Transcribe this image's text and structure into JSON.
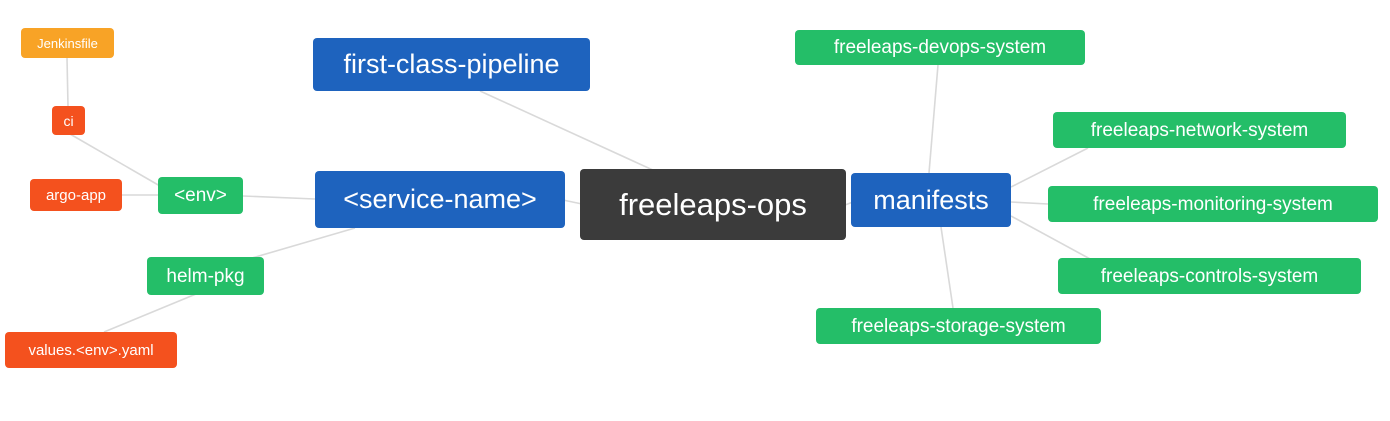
{
  "diagram": {
    "type": "mindmap",
    "root": "freeleaps-ops",
    "colors": {
      "root_bg": "#3b3b3b",
      "branch_blue_bg": "#1e63be",
      "leaf_green_bg": "#24be68",
      "leaf_red_bg": "#f4511e",
      "leaf_amber_bg": "#f8a326",
      "edge": "#d9d9d9",
      "node_text": "#ffffff",
      "background": "#ffffff"
    },
    "nodes": {
      "jenkinsfile": {
        "label": "Jenkinsfile"
      },
      "ci": {
        "label": "ci"
      },
      "argo_app": {
        "label": "argo-app"
      },
      "env": {
        "label": "<env>"
      },
      "helm_pkg": {
        "label": "helm-pkg"
      },
      "values_env_yaml": {
        "label": "values.<env>.yaml"
      },
      "service_name": {
        "label": "<service-name>"
      },
      "first_class_pipeline": {
        "label": "first-class-pipeline"
      },
      "freeleaps_ops": {
        "label": "freeleaps-ops"
      },
      "manifests": {
        "label": "manifests"
      },
      "devops_system": {
        "label": "freeleaps-devops-system"
      },
      "network_system": {
        "label": "freeleaps-network-system"
      },
      "monitoring_system": {
        "label": "freeleaps-monitoring-system"
      },
      "controls_system": {
        "label": "freeleaps-controls-system"
      },
      "storage_system": {
        "label": "freeleaps-storage-system"
      }
    },
    "edges": [
      {
        "from": "jenkinsfile",
        "to": "ci"
      },
      {
        "from": "ci",
        "to": "env"
      },
      {
        "from": "argo_app",
        "to": "env"
      },
      {
        "from": "env",
        "to": "service_name"
      },
      {
        "from": "values_env_yaml",
        "to": "helm_pkg"
      },
      {
        "from": "helm_pkg",
        "to": "service_name"
      },
      {
        "from": "service_name",
        "to": "freeleaps_ops"
      },
      {
        "from": "first_class_pipeline",
        "to": "freeleaps_ops"
      },
      {
        "from": "freeleaps_ops",
        "to": "manifests"
      },
      {
        "from": "manifests",
        "to": "devops_system"
      },
      {
        "from": "manifests",
        "to": "network_system"
      },
      {
        "from": "manifests",
        "to": "monitoring_system"
      },
      {
        "from": "manifests",
        "to": "controls_system"
      },
      {
        "from": "manifests",
        "to": "storage_system"
      }
    ]
  }
}
